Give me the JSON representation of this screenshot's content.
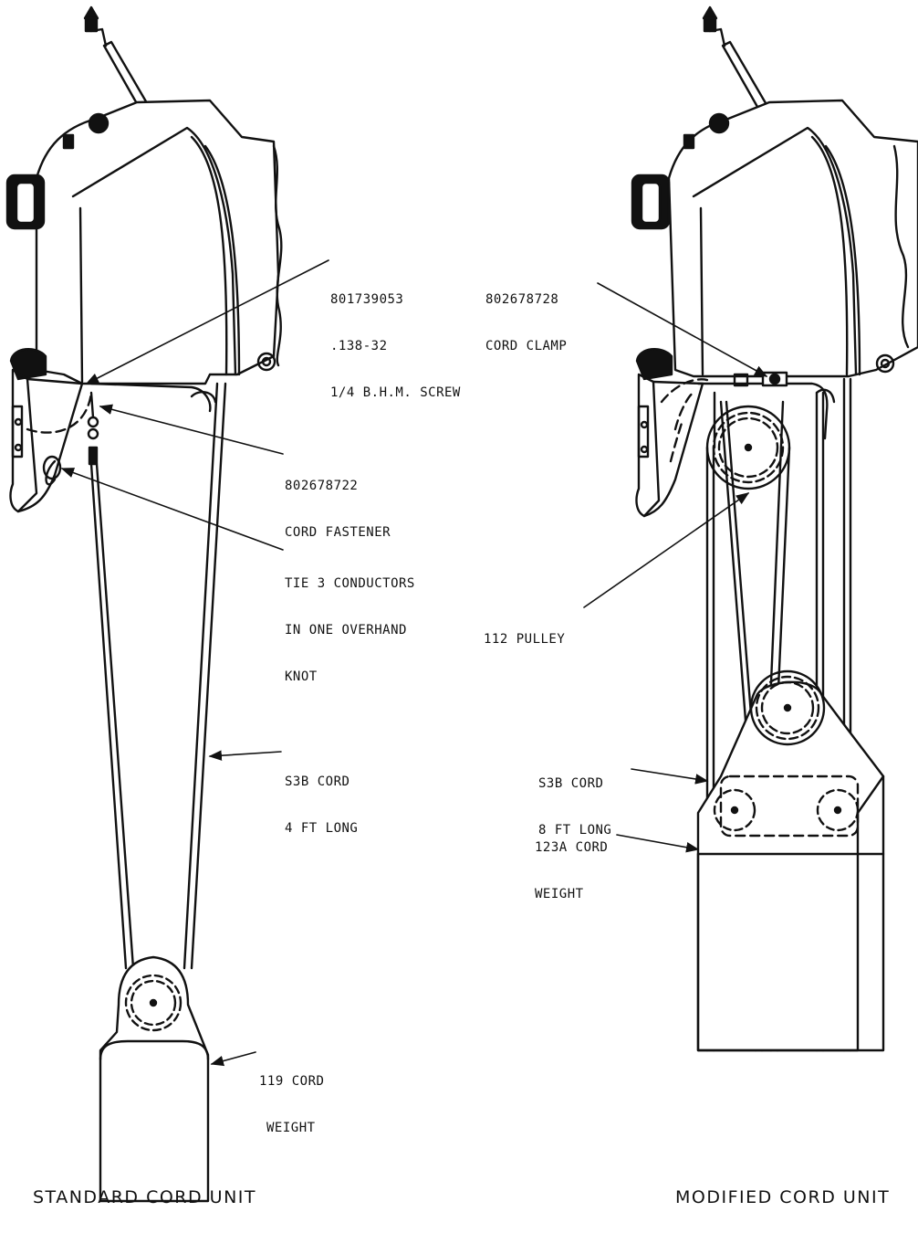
{
  "left_unit": {
    "caption": "STANDARD CORD UNIT",
    "screw_label": [
      "801739053",
      ".138-32",
      "1/4 B.H.M. SCREW"
    ],
    "fastener_label": [
      "802678722",
      "CORD FASTENER"
    ],
    "knot_label": [
      "TIE 3 CONDUCTORS",
      "IN ONE OVERHAND",
      "KNOT"
    ],
    "cord_label": [
      "S3B CORD",
      "4 FT LONG"
    ],
    "weight_label": [
      "119 CORD",
      "WEIGHT"
    ]
  },
  "right_unit": {
    "caption": "MODIFIED CORD UNIT",
    "clamp_label": [
      "802678728",
      "CORD CLAMP"
    ],
    "pulley_label": [
      "112 PULLEY"
    ],
    "cord_label": [
      "S3B CORD",
      "8 FT LONG"
    ],
    "weight_label": [
      "123A CORD",
      "WEIGHT"
    ]
  }
}
